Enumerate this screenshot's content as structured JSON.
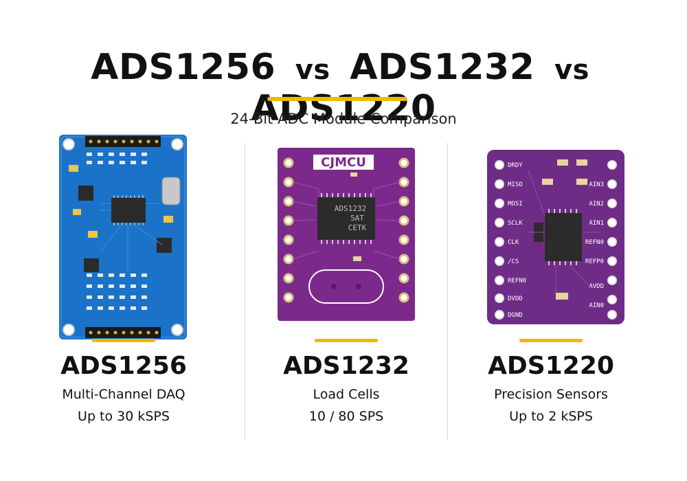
{
  "header": {
    "title_part1": "ADS1256",
    "title_vs1": "vs",
    "title_part2": "ADS1232",
    "title_vs2": "vs",
    "title_part3": "ADS1220",
    "subtitle": "24-Bit ADC Module Comparison"
  },
  "colors": {
    "accent": "#f2b705",
    "blue_board": "#1a73c9",
    "purple_board": "#7b2a8c"
  },
  "modules": [
    {
      "model": "ADS1256",
      "application": "Multi-Channel DAQ",
      "rate": "Up to 30 kSPS",
      "board_color": "blue"
    },
    {
      "model": "ADS1232",
      "application": "Load Cells",
      "rate": "10 / 80 SPS",
      "board_color": "purple",
      "silkscreen_brand": "CJMCU",
      "chip_marking": [
        "ADS1232",
        "5AT",
        "CETK"
      ]
    },
    {
      "model": "ADS1220",
      "application": "Precision Sensors",
      "rate": "Up to 2 kSPS",
      "board_color": "purple",
      "pin_labels_left": [
        "DRDY",
        "MISO",
        "MOSI",
        "SCLK",
        "CLK",
        "/CS",
        "REFN0",
        "DVDD",
        "DGND"
      ],
      "pin_labels_right": [
        "AIN3",
        "AIN2",
        "AIN1",
        "REFN0",
        "REFP0",
        "AVDD",
        "AIN0"
      ]
    }
  ]
}
